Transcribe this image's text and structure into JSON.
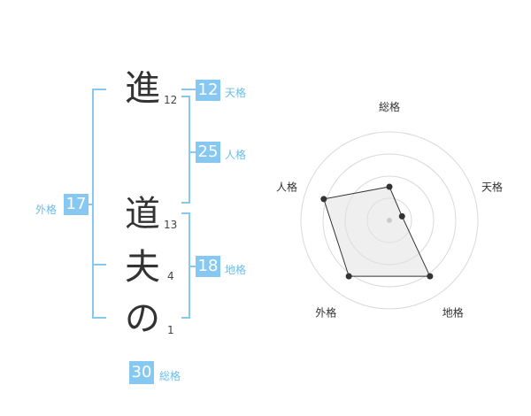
{
  "name": {
    "surname": [
      {
        "char": "進",
        "strokes": "12"
      }
    ],
    "given": [
      {
        "char": "道",
        "strokes": "13"
      },
      {
        "char": "夫",
        "strokes": "4"
      },
      {
        "char": "の",
        "strokes": "1"
      }
    ]
  },
  "fortunes": {
    "tenkaku": {
      "value": "12",
      "label": "天格"
    },
    "jinkaku": {
      "value": "25",
      "label": "人格"
    },
    "chikaku": {
      "value": "18",
      "label": "地格"
    },
    "gaikaku": {
      "value": "17",
      "label": "外格"
    },
    "soukaku": {
      "value": "30",
      "label": "総格"
    }
  },
  "colors": {
    "accent": "#86c8f2",
    "label": "#6bbde8",
    "text": "#333333"
  },
  "chart_data": {
    "type": "radar",
    "axes": [
      "総格",
      "天格",
      "地格",
      "外格",
      "人格"
    ],
    "values": [
      0.38,
      0.15,
      0.78,
      0.78,
      0.78
    ],
    "max": 1,
    "rings": 4
  }
}
